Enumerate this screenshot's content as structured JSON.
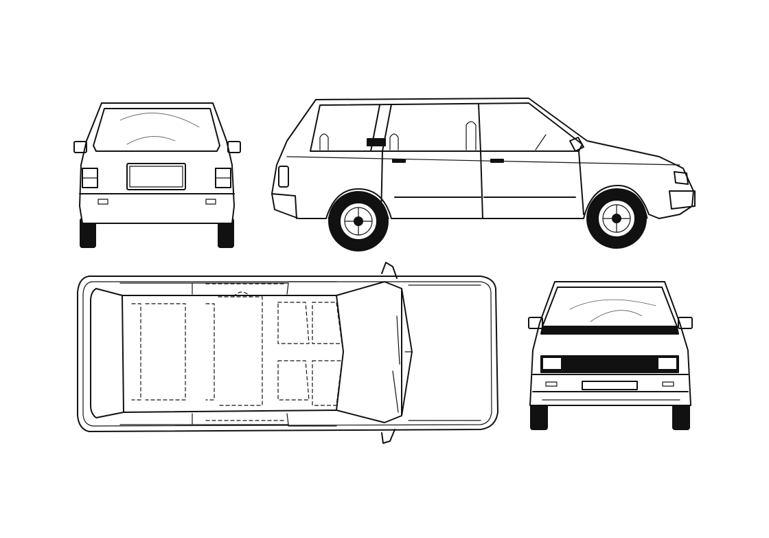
{
  "drawing": {
    "line_color": "#111111",
    "background": "#ffffff",
    "views": [
      {
        "id": "rear",
        "label": ""
      },
      {
        "id": "side",
        "label": ""
      },
      {
        "id": "top",
        "label": ""
      },
      {
        "id": "front",
        "label": ""
      }
    ]
  }
}
